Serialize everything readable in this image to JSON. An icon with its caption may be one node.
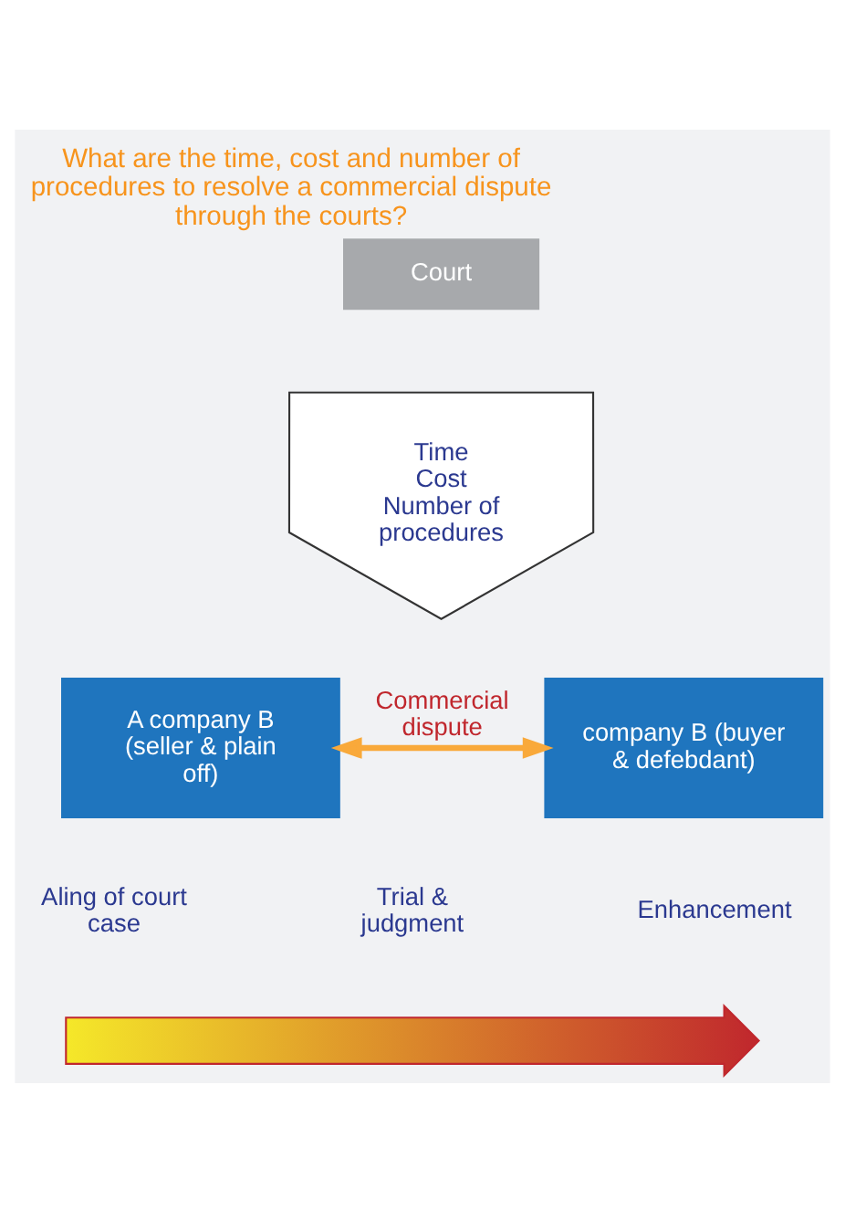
{
  "diagram": {
    "title": "What are the time, cost and number of procedures to resolve a commercial dispute through the courts?",
    "nodes": [
      {
        "text": [
          "Court"
        ]
      },
      {
        "text": [
          "Time",
          "Cost",
          "Number of procedures"
        ]
      },
      {
        "text": [
          "A company B (seller & plain off)"
        ]
      },
      {
        "text": [
          "company B (buyer & defebdant)"
        ]
      },
      {
        "text": [],
        "shape": "arrow"
      }
    ],
    "edges": [
      {
        "from": 2,
        "to": 3,
        "arrow": "both",
        "label": "Commercial dispute"
      }
    ],
    "labels": [
      "Aling of court case",
      "Trial & judgment",
      "Enhancement"
    ]
  }
}
